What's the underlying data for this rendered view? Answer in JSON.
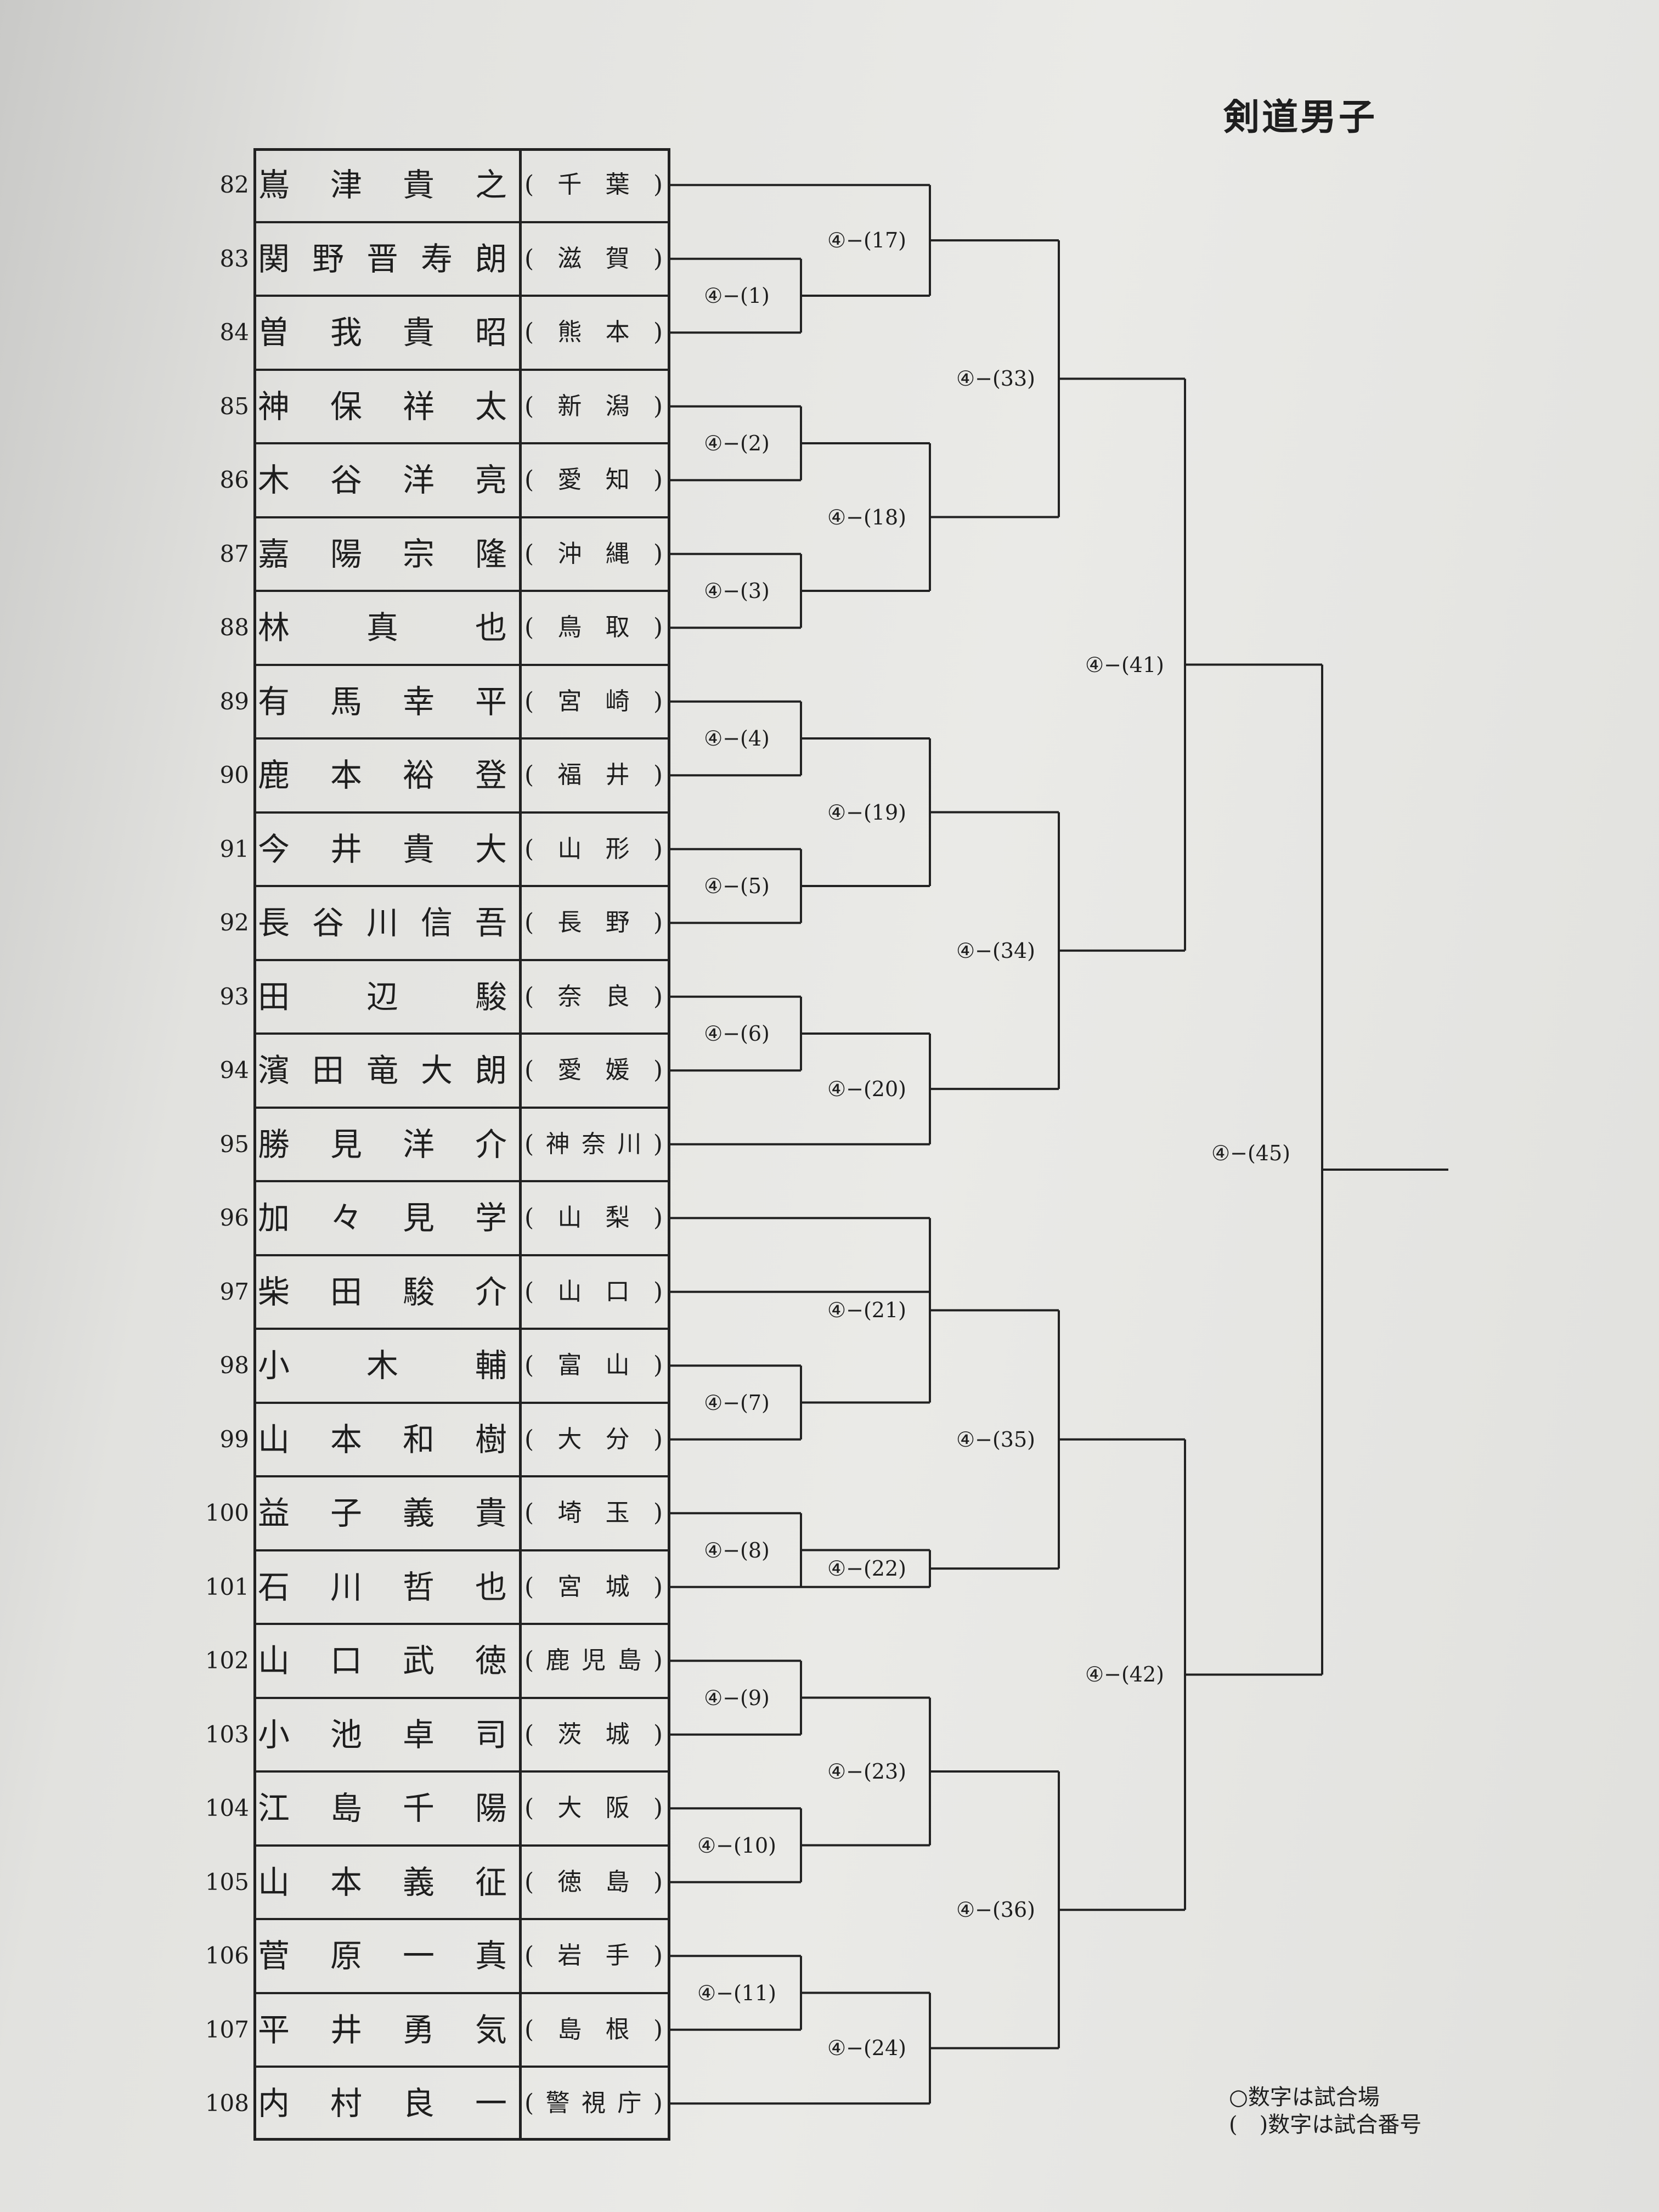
{
  "title": "剣道男子",
  "entries": [
    {
      "no": "82",
      "name": [
        "嶌",
        "津",
        "貴",
        "之"
      ],
      "pref": [
        "(",
        "千",
        "葉",
        ")"
      ]
    },
    {
      "no": "83",
      "name": [
        "関",
        "野",
        "晋",
        "寿",
        "朗"
      ],
      "pref": [
        "(",
        "滋",
        "賀",
        ")"
      ]
    },
    {
      "no": "84",
      "name": [
        "曽",
        "我",
        "貴",
        "昭"
      ],
      "pref": [
        "(",
        "熊",
        "本",
        ")"
      ]
    },
    {
      "no": "85",
      "name": [
        "神",
        "保",
        "祥",
        "太"
      ],
      "pref": [
        "(",
        "新",
        "潟",
        ")"
      ]
    },
    {
      "no": "86",
      "name": [
        "木",
        "谷",
        "洋",
        "亮"
      ],
      "pref": [
        "(",
        "愛",
        "知",
        ")"
      ]
    },
    {
      "no": "87",
      "name": [
        "嘉",
        "陽",
        "宗",
        "隆"
      ],
      "pref": [
        "(",
        "沖",
        "縄",
        ")"
      ]
    },
    {
      "no": "88",
      "name": [
        "林",
        "",
        "真",
        "",
        "也"
      ],
      "pref": [
        "(",
        "鳥",
        "取",
        ")"
      ]
    },
    {
      "no": "89",
      "name": [
        "有",
        "馬",
        "幸",
        "平"
      ],
      "pref": [
        "(",
        "宮",
        "崎",
        ")"
      ]
    },
    {
      "no": "90",
      "name": [
        "鹿",
        "本",
        "裕",
        "登"
      ],
      "pref": [
        "(",
        "福",
        "井",
        ")"
      ]
    },
    {
      "no": "91",
      "name": [
        "今",
        "井",
        "貴",
        "大"
      ],
      "pref": [
        "(",
        "山",
        "形",
        ")"
      ]
    },
    {
      "no": "92",
      "name": [
        "長",
        "谷",
        "川",
        "信",
        "吾"
      ],
      "pref": [
        "(",
        "長",
        "野",
        ")"
      ]
    },
    {
      "no": "93",
      "name": [
        "田",
        "",
        "辺",
        "",
        "駿"
      ],
      "pref": [
        "(",
        "奈",
        "良",
        ")"
      ]
    },
    {
      "no": "94",
      "name": [
        "濱",
        "田",
        "竜",
        "大",
        "朗"
      ],
      "pref": [
        "(",
        "愛",
        "媛",
        ")"
      ]
    },
    {
      "no": "95",
      "name": [
        "勝",
        "見",
        "洋",
        "介"
      ],
      "pref": [
        "(",
        "神",
        "奈",
        "川",
        ")"
      ]
    },
    {
      "no": "96",
      "name": [
        "加",
        "々",
        "見",
        "学"
      ],
      "pref": [
        "(",
        "山",
        "梨",
        ")"
      ]
    },
    {
      "no": "97",
      "name": [
        "柴",
        "田",
        "駿",
        "介"
      ],
      "pref": [
        "(",
        "山",
        "口",
        ")"
      ]
    },
    {
      "no": "98",
      "name": [
        "小",
        "",
        "木",
        "",
        "輔"
      ],
      "pref": [
        "(",
        "富",
        "山",
        ")"
      ]
    },
    {
      "no": "99",
      "name": [
        "山",
        "本",
        "和",
        "樹"
      ],
      "pref": [
        "(",
        "大",
        "分",
        ")"
      ]
    },
    {
      "no": "100",
      "name": [
        "益",
        "子",
        "義",
        "貴"
      ],
      "pref": [
        "(",
        "埼",
        "玉",
        ")"
      ]
    },
    {
      "no": "101",
      "name": [
        "石",
        "川",
        "哲",
        "也"
      ],
      "pref": [
        "(",
        "宮",
        "城",
        ")"
      ]
    },
    {
      "no": "102",
      "name": [
        "山",
        "口",
        "武",
        "徳"
      ],
      "pref": [
        "(",
        "鹿",
        "児",
        "島",
        ")"
      ]
    },
    {
      "no": "103",
      "name": [
        "小",
        "池",
        "卓",
        "司"
      ],
      "pref": [
        "(",
        "茨",
        "城",
        ")"
      ]
    },
    {
      "no": "104",
      "name": [
        "江",
        "島",
        "千",
        "陽"
      ],
      "pref": [
        "(",
        "大",
        "阪",
        ")"
      ]
    },
    {
      "no": "105",
      "name": [
        "山",
        "本",
        "義",
        "征"
      ],
      "pref": [
        "(",
        "徳",
        "島",
        ")"
      ]
    },
    {
      "no": "106",
      "name": [
        "菅",
        "原",
        "一",
        "真"
      ],
      "pref": [
        "(",
        "岩",
        "手",
        ")"
      ]
    },
    {
      "no": "107",
      "name": [
        "平",
        "井",
        "勇",
        "気"
      ],
      "pref": [
        "(",
        "島",
        "根",
        ")"
      ]
    },
    {
      "no": "108",
      "name": [
        "内",
        "村",
        "良",
        "一"
      ],
      "pref": [
        "(",
        "警",
        "視",
        "庁",
        ")"
      ]
    }
  ],
  "matches": [
    {
      "id": "m1",
      "label": "④−(1)"
    },
    {
      "id": "m2",
      "label": "④−(2)"
    },
    {
      "id": "m3",
      "label": "④−(3)"
    },
    {
      "id": "m4",
      "label": "④−(4)"
    },
    {
      "id": "m5",
      "label": "④−(5)"
    },
    {
      "id": "m6",
      "label": "④−(6)"
    },
    {
      "id": "m7",
      "label": "④−(7)"
    },
    {
      "id": "m8",
      "label": "④−(8)"
    },
    {
      "id": "m9",
      "label": "④−(9)"
    },
    {
      "id": "m10",
      "label": "④−(10)"
    },
    {
      "id": "m11",
      "label": "④−(11)"
    },
    {
      "id": "m17",
      "label": "④−(17)"
    },
    {
      "id": "m18",
      "label": "④−(18)"
    },
    {
      "id": "m19",
      "label": "④−(19)"
    },
    {
      "id": "m20",
      "label": "④−(20)"
    },
    {
      "id": "m21",
      "label": "④−(21)"
    },
    {
      "id": "m22",
      "label": "④−(22)"
    },
    {
      "id": "m23",
      "label": "④−(23)"
    },
    {
      "id": "m24",
      "label": "④−(24)"
    },
    {
      "id": "m33",
      "label": "④−(33)"
    },
    {
      "id": "m34",
      "label": "④−(34)"
    },
    {
      "id": "m35",
      "label": "④−(35)"
    },
    {
      "id": "m36",
      "label": "④−(36)"
    },
    {
      "id": "m41",
      "label": "④−(41)"
    },
    {
      "id": "m42",
      "label": "④−(42)"
    },
    {
      "id": "m45",
      "label": "④−(45)"
    }
  ],
  "legend": {
    "line1": "○数字は試合場",
    "line2": "(　)数字は試合番号"
  }
}
